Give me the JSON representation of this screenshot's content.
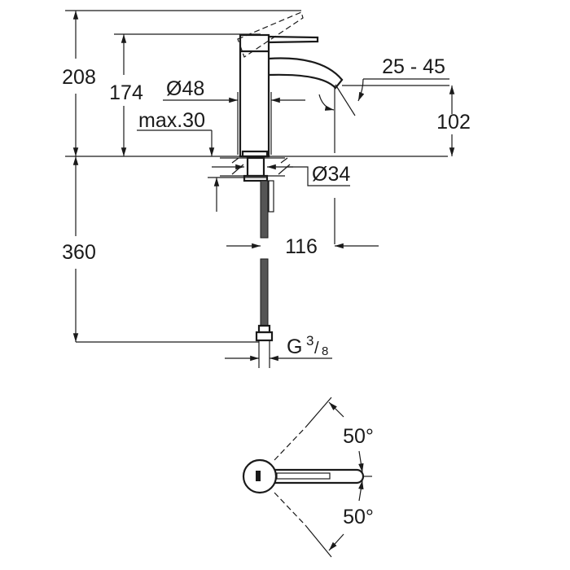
{
  "dimensions": {
    "total_height": "208",
    "body_height": "174",
    "body_diameter": "Ø48",
    "max_deck_thickness": "max.30",
    "spout_height": "102",
    "spout_angle": "25 - 45",
    "hole_diameter": "Ø34",
    "spout_reach": "116",
    "hose_length": "360",
    "connection_prefix": "G",
    "connection_num": "3",
    "connection_den": "8",
    "lever_angle_top": "50°",
    "lever_angle_bottom": "50°"
  }
}
